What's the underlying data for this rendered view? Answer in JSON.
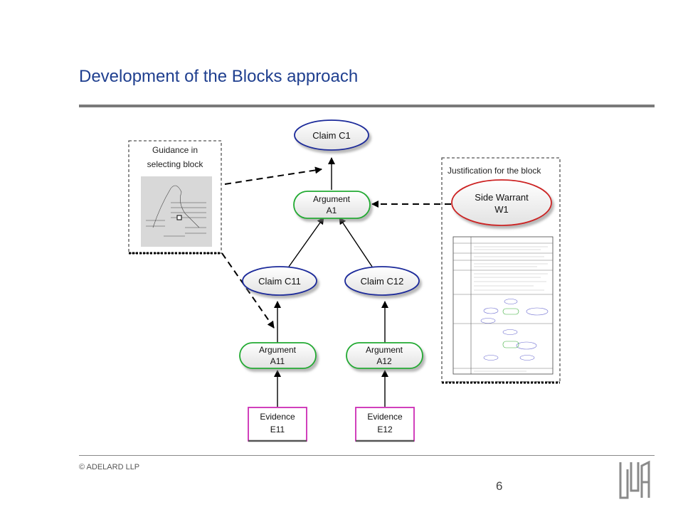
{
  "slide": {
    "title": "Development of the Blocks approach",
    "copyright": "© ADELARD LLP",
    "page_number": "6"
  },
  "diagram": {
    "nodes": {
      "claim_c1": "Claim C1",
      "argument_a1": [
        "Argument",
        "A1"
      ],
      "claim_c11": "Claim C11",
      "claim_c12": "Claim C12",
      "argument_a11": [
        "Argument",
        "A11"
      ],
      "argument_a12": [
        "Argument",
        "A12"
      ],
      "evidence_e11": [
        "Evidence",
        "E11"
      ],
      "evidence_e12": [
        "Evidence",
        "E12"
      ],
      "side_warrant_w1": [
        "Side Warrant",
        "W1"
      ]
    },
    "guidance_box": {
      "title_lines": [
        "Guidance in",
        "selecting block"
      ]
    },
    "justification_box": {
      "title": "Justification for the block"
    }
  },
  "colors": {
    "title": "#1f3f8f",
    "claim_border": "#1a2a9a",
    "argument_border": "#22aa33",
    "evidence_border": "#cc2bb5",
    "warrant_border": "#cc2222"
  }
}
